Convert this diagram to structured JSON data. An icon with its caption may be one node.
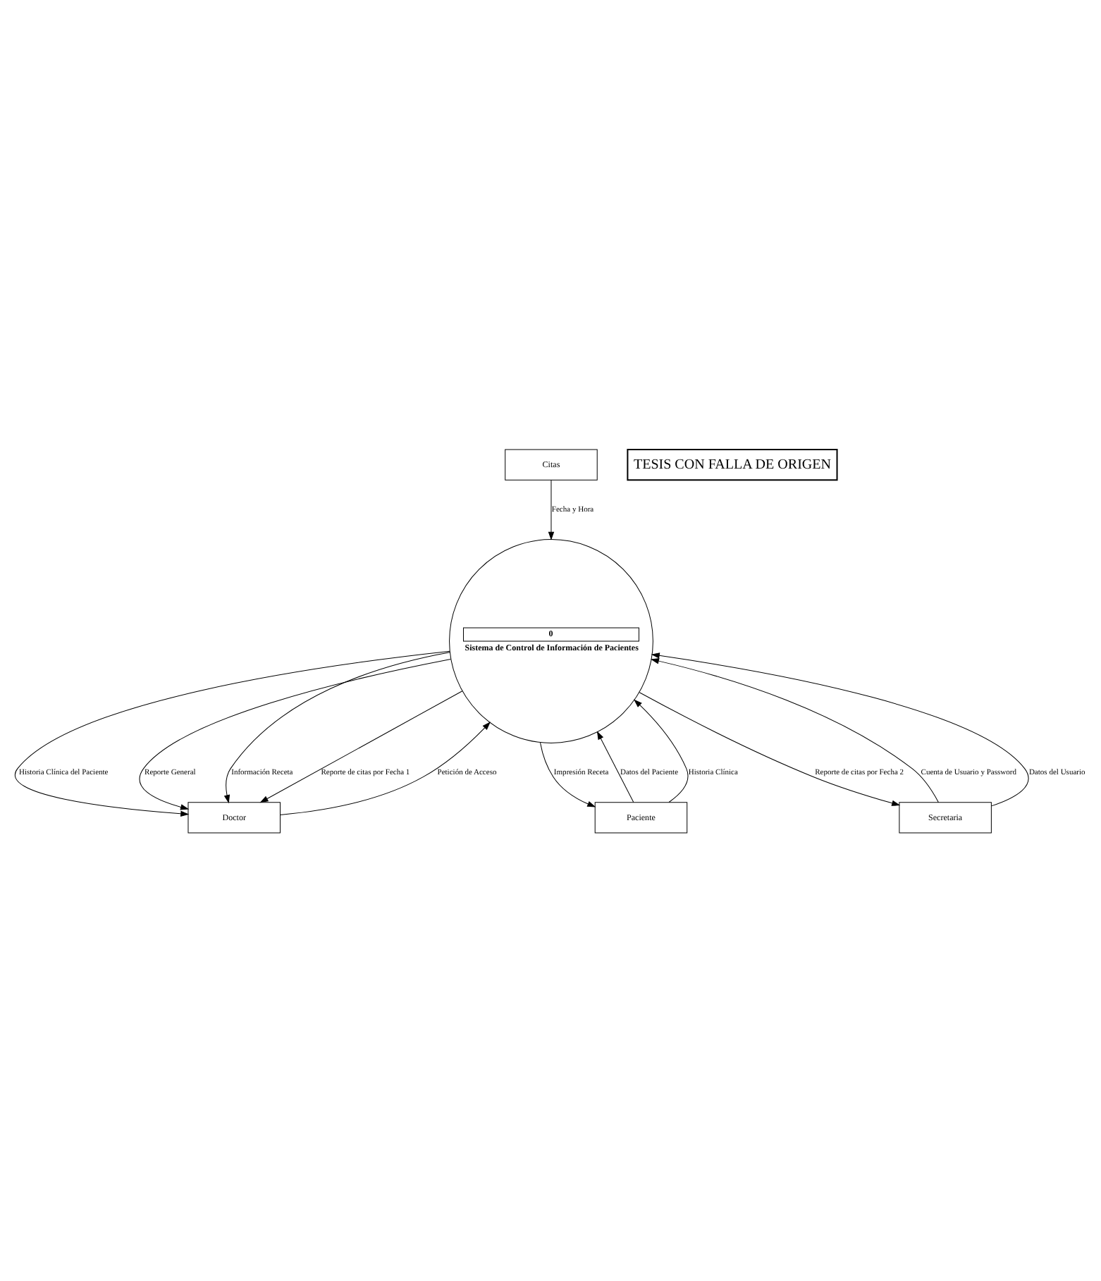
{
  "diagram": {
    "nodes": [
      {
        "text": [
          "0",
          "Sistema de Control de Información de Pacientes"
        ]
      },
      {
        "text": [
          "Doctor"
        ]
      },
      {
        "text": [
          "Paciente"
        ]
      },
      {
        "text": [
          "Secretaria"
        ]
      },
      {
        "text": [
          "Citas"
        ]
      }
    ],
    "edges": [
      {
        "from": 0,
        "to": 1,
        "arrow": "to",
        "label": "Historia Clínica del Paciente"
      },
      {
        "from": 1,
        "to": 0,
        "arrow": "to",
        "label": "Petición de Acceso"
      },
      {
        "from": 0,
        "to": 1,
        "arrow": "to",
        "label": "Reporte General"
      },
      {
        "from": 0,
        "to": 1,
        "arrow": "to",
        "label": "Información Receta"
      },
      {
        "from": 0,
        "to": 1,
        "arrow": "to",
        "label": "Reporte de citas por Fecha 1"
      },
      {
        "from": 2,
        "to": 0,
        "arrow": "to",
        "label": "Datos del Paciente"
      },
      {
        "from": 2,
        "to": 0,
        "arrow": "to",
        "label": "Historia Clínica"
      },
      {
        "from": 0,
        "to": 2,
        "arrow": "to",
        "label": "Impresión Receta"
      },
      {
        "from": 3,
        "to": 0,
        "arrow": "to",
        "label": "Cuenta de Usuario y Password"
      },
      {
        "from": 3,
        "to": 0,
        "arrow": "to",
        "label": "Datos del Usuario"
      },
      {
        "from": 0,
        "to": 3,
        "arrow": "to",
        "label": "Reporte de citas por Fecha 2"
      },
      {
        "from": 4,
        "to": 0,
        "arrow": "to",
        "label": "Fecha y Hora"
      }
    ],
    "labels": [
      "TESIS CON FALLA DE ORIGEN"
    ]
  }
}
